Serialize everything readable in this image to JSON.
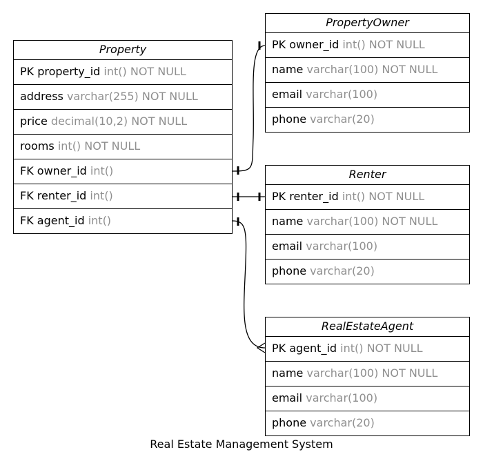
{
  "caption": "Real Estate Management System",
  "entities": {
    "property": {
      "title": "Property",
      "fields": [
        {
          "name": "PK property_id",
          "type": "int() NOT NULL"
        },
        {
          "name": "address",
          "type": "varchar(255) NOT NULL"
        },
        {
          "name": "price",
          "type": "decimal(10,2) NOT NULL"
        },
        {
          "name": "rooms",
          "type": "int() NOT NULL"
        },
        {
          "name": "FK owner_id",
          "type": "int()"
        },
        {
          "name": "FK renter_id",
          "type": "int()"
        },
        {
          "name": "FK agent_id",
          "type": "int()"
        }
      ]
    },
    "property_owner": {
      "title": "PropertyOwner",
      "fields": [
        {
          "name": "PK owner_id",
          "type": "int() NOT NULL"
        },
        {
          "name": "name",
          "type": "varchar(100) NOT NULL"
        },
        {
          "name": "email",
          "type": "varchar(100)"
        },
        {
          "name": "phone",
          "type": "varchar(20)"
        }
      ]
    },
    "renter": {
      "title": "Renter",
      "fields": [
        {
          "name": "PK renter_id",
          "type": "int() NOT NULL"
        },
        {
          "name": "name",
          "type": "varchar(100) NOT NULL"
        },
        {
          "name": "email",
          "type": "varchar(100)"
        },
        {
          "name": "phone",
          "type": "varchar(20)"
        }
      ]
    },
    "real_estate_agent": {
      "title": "RealEstateAgent",
      "fields": [
        {
          "name": "PK agent_id",
          "type": "int() NOT NULL"
        },
        {
          "name": "name",
          "type": "varchar(100) NOT NULL"
        },
        {
          "name": "email",
          "type": "varchar(100)"
        },
        {
          "name": "phone",
          "type": "varchar(20)"
        }
      ]
    }
  },
  "relationships": [
    {
      "from": "Property.owner_id",
      "to": "PropertyOwner.owner_id",
      "from_end": "one",
      "to_end": "one"
    },
    {
      "from": "Property.renter_id",
      "to": "Renter.renter_id",
      "from_end": "one",
      "to_end": "one"
    },
    {
      "from": "Property.agent_id",
      "to": "RealEstateAgent.agent_id",
      "from_end": "one",
      "to_end": "many"
    }
  ]
}
